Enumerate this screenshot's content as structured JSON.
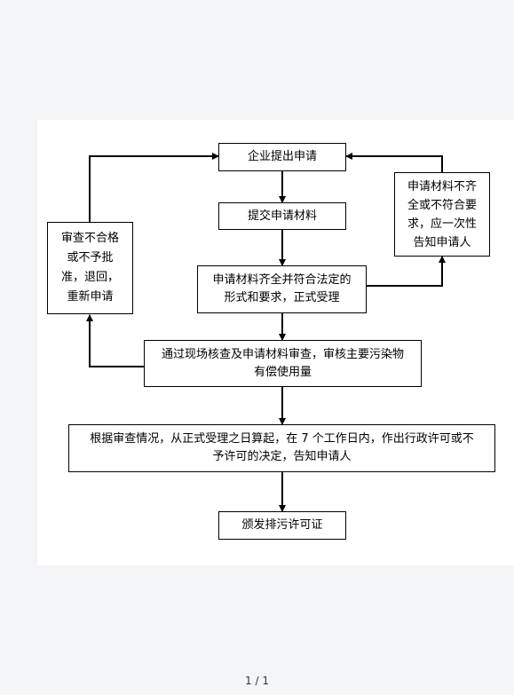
{
  "flowchart": {
    "apply": "企业提出申请",
    "submit": "提交申请材料",
    "incomplete_notice": "申请材料不齐\n全或不符合要\n求，应一次性\n告知申请人",
    "reject": "审查不合格\n或不予批\n准，退回，\n重新申请",
    "accept": "申请材料齐全并符合法定的\n形式和要求，正式受理",
    "review": "通过现场核查及申请材料审查，审核主要污染物\n有偿使用量",
    "decision": "根据审查情况，从正式受理之日算起，在 7 个工作日内，作出行政许可或不\n予许可的决定，告知申请人",
    "issue": "颁发排污许可证"
  },
  "footer": {
    "page_number": "1 / 1"
  }
}
